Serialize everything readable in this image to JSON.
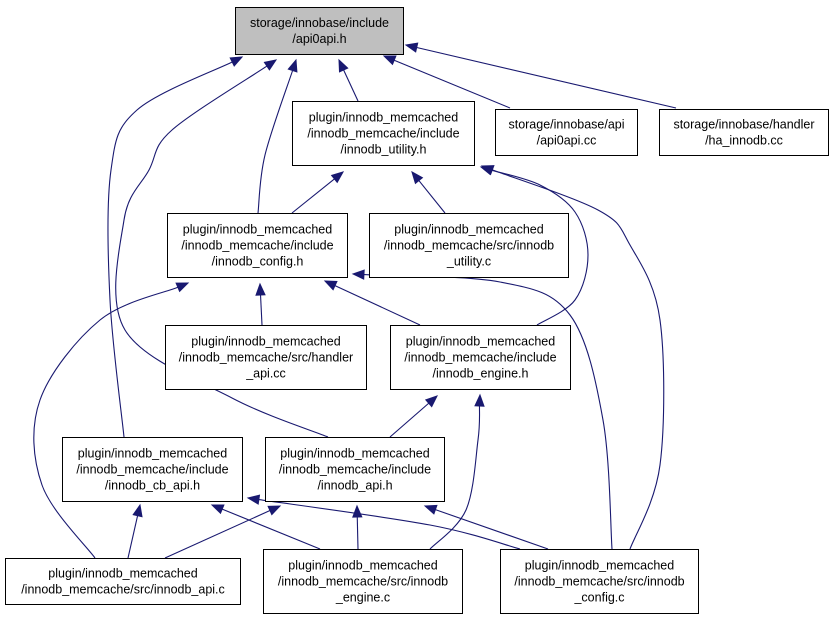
{
  "diagram": {
    "nodes": [
      {
        "id": "api0api_h",
        "lines": [
          "storage/innobase/include",
          "/api0api.h"
        ],
        "root": true
      },
      {
        "id": "innodb_utility_h",
        "lines": [
          "plugin/innodb_memcached",
          "/innodb_memcache/include",
          "/innodb_utility.h"
        ]
      },
      {
        "id": "api0api_cc",
        "lines": [
          "storage/innobase/api",
          "/api0api.cc"
        ]
      },
      {
        "id": "ha_innodb_cc",
        "lines": [
          "storage/innobase/handler",
          "/ha_innodb.cc"
        ]
      },
      {
        "id": "innodb_config_h",
        "lines": [
          "plugin/innodb_memcached",
          "/innodb_memcache/include",
          "/innodb_config.h"
        ]
      },
      {
        "id": "innodb_utility_c",
        "lines": [
          "plugin/innodb_memcached",
          "/innodb_memcache/src/innodb",
          "_utility.c"
        ]
      },
      {
        "id": "handler_api_cc",
        "lines": [
          "plugin/innodb_memcached",
          "/innodb_memcache/src/handler",
          "_api.cc"
        ]
      },
      {
        "id": "innodb_engine_h",
        "lines": [
          "plugin/innodb_memcached",
          "/innodb_memcache/include",
          "/innodb_engine.h"
        ]
      },
      {
        "id": "innodb_cb_api_h",
        "lines": [
          "plugin/innodb_memcached",
          "/innodb_memcache/include",
          "/innodb_cb_api.h"
        ]
      },
      {
        "id": "innodb_api_h",
        "lines": [
          "plugin/innodb_memcached",
          "/innodb_memcache/include",
          "/innodb_api.h"
        ]
      },
      {
        "id": "innodb_api_c",
        "lines": [
          "plugin/innodb_memcached",
          "/innodb_memcache/src/innodb_api.c"
        ]
      },
      {
        "id": "innodb_engine_c",
        "lines": [
          "plugin/innodb_memcached",
          "/innodb_memcache/src/innodb",
          "_engine.c"
        ]
      },
      {
        "id": "innodb_config_c",
        "lines": [
          "plugin/innodb_memcached",
          "/innodb_memcache/src/innodb",
          "_config.c"
        ]
      }
    ],
    "edges": [
      {
        "from": "innodb_utility_h",
        "to": "api0api_h"
      },
      {
        "from": "api0api_cc",
        "to": "api0api_h"
      },
      {
        "from": "ha_innodb_cc",
        "to": "api0api_h"
      },
      {
        "from": "innodb_config_h",
        "to": "api0api_h"
      },
      {
        "from": "innodb_cb_api_h",
        "to": "api0api_h"
      },
      {
        "from": "innodb_api_h",
        "to": "api0api_h"
      },
      {
        "from": "innodb_config_h",
        "to": "innodb_utility_h"
      },
      {
        "from": "innodb_utility_c",
        "to": "innodb_utility_h"
      },
      {
        "from": "innodb_engine_h",
        "to": "innodb_utility_h"
      },
      {
        "from": "innodb_config_c",
        "to": "innodb_utility_h"
      },
      {
        "from": "handler_api_cc",
        "to": "innodb_config_h"
      },
      {
        "from": "innodb_engine_h",
        "to": "innodb_config_h"
      },
      {
        "from": "innodb_api_c",
        "to": "innodb_config_h"
      },
      {
        "from": "innodb_config_c",
        "to": "innodb_config_h"
      },
      {
        "from": "innodb_api_h",
        "to": "innodb_engine_h"
      },
      {
        "from": "innodb_engine_c",
        "to": "innodb_engine_h"
      },
      {
        "from": "innodb_api_c",
        "to": "innodb_cb_api_h"
      },
      {
        "from": "innodb_engine_c",
        "to": "innodb_cb_api_h"
      },
      {
        "from": "innodb_config_c",
        "to": "innodb_cb_api_h"
      },
      {
        "from": "innodb_api_c",
        "to": "innodb_api_h"
      },
      {
        "from": "innodb_engine_c",
        "to": "innodb_api_h"
      },
      {
        "from": "innodb_config_c",
        "to": "innodb_api_h"
      }
    ]
  }
}
